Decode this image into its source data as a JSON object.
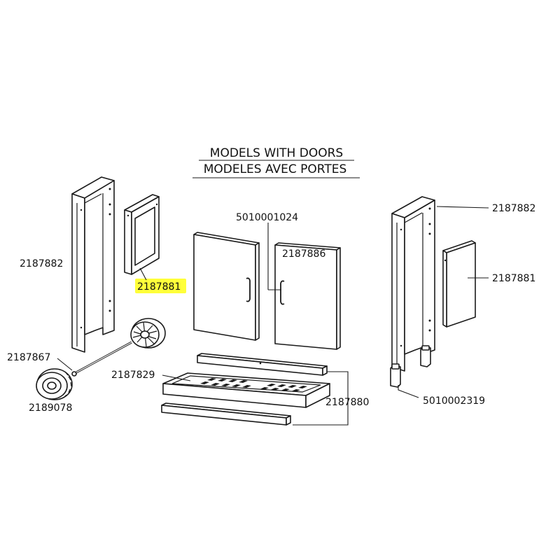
{
  "header": {
    "line1": "MODELS WITH DOORS",
    "line2": "MODELES AVEC PORTES"
  },
  "colors": {
    "highlight": "#ffff3a",
    "ink": "#1a1a1a"
  },
  "parts": {
    "left_leg": "2187882",
    "left_side_panel": "2187881",
    "axle": "2187867",
    "wheel": "2189078",
    "hub_cap": "",
    "bottom_shelf": "2187829",
    "rails": "2187880",
    "door_handle": "5010001024",
    "door": "2187886",
    "right_leg": "2187882",
    "right_side_panel": "2187881",
    "feet": "5010002319"
  },
  "highlighted_part": "2187881"
}
